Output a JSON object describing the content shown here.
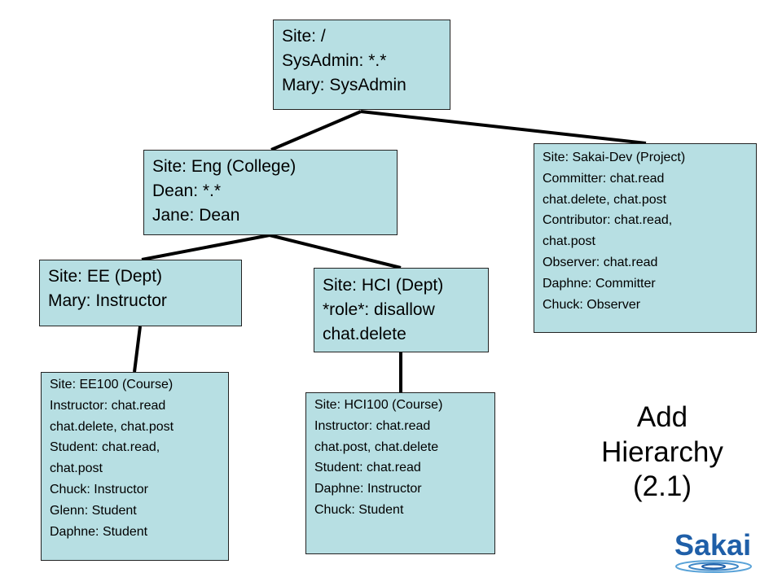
{
  "colors": {
    "box_fill": "#b7dfe3",
    "edge": "#000000",
    "logo_blue": "#1f5fa8"
  },
  "nodes": {
    "root": {
      "lines": [
        "Site: /",
        "SysAdmin: *.*",
        "Mary: SysAdmin"
      ]
    },
    "eng": {
      "lines": [
        "Site: Eng (College)",
        "Dean: *.*",
        "Jane: Dean"
      ]
    },
    "ee": {
      "lines": [
        "Site: EE (Dept)",
        "Mary: Instructor"
      ]
    },
    "hci": {
      "lines": [
        "Site: HCI (Dept)",
        "*role*: disallow",
        "chat.delete"
      ]
    },
    "sakai": {
      "lines": [
        "Site: Sakai-Dev (Project)",
        "Committer: chat.read",
        "chat.delete, chat.post",
        "Contributor: chat.read,",
        "chat.post",
        "Observer: chat.read",
        "Daphne: Committer",
        "Chuck: Observer"
      ]
    },
    "ee100": {
      "lines": [
        "Site: EE100 (Course)",
        "Instructor: chat.read",
        "chat.delete, chat.post",
        "Student: chat.read,",
        "chat.post",
        "Chuck: Instructor",
        "Glenn: Student",
        "Daphne: Student"
      ]
    },
    "hci100": {
      "lines": [
        "Site: HCI100 (Course)",
        "Instructor: chat.read",
        "chat.post, chat.delete",
        "Student: chat.read",
        "Daphne: Instructor",
        "Chuck: Student"
      ]
    }
  },
  "edges": [
    {
      "from": "root",
      "to": "eng"
    },
    {
      "from": "root",
      "to": "sakai"
    },
    {
      "from": "eng",
      "to": "ee"
    },
    {
      "from": "eng",
      "to": "hci"
    },
    {
      "from": "ee",
      "to": "ee100"
    },
    {
      "from": "hci",
      "to": "hci100"
    }
  ],
  "caption": {
    "lines": [
      "Add",
      "Hierarchy",
      "(2.1)"
    ]
  },
  "logo": {
    "text": "Sakai"
  }
}
